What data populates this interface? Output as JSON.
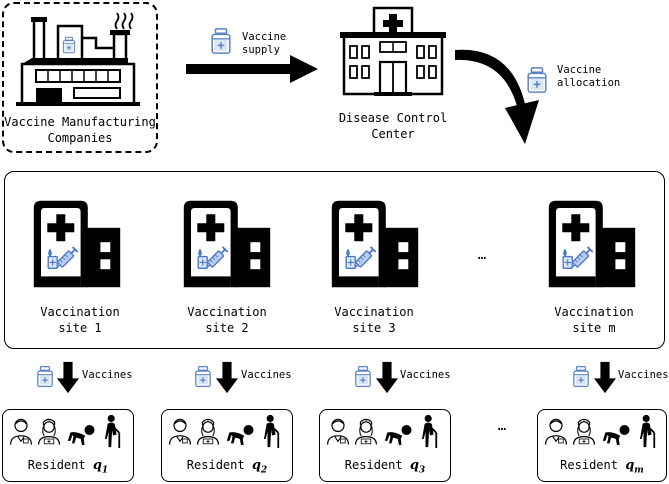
{
  "nodes": {
    "factory": "Vaccine Manufacturing Companies",
    "factory_line1": "Vaccine Manufacturing",
    "factory_line2": "Companies",
    "center_line1": "Disease Control",
    "center_line2": "Center"
  },
  "edges": {
    "supply_line1": "Vaccine",
    "supply_line2": "supply",
    "allocation_line1": "Vaccine",
    "allocation_line2": "allocation",
    "vaccines": "Vaccines"
  },
  "sites": [
    {
      "line1": "Vaccination",
      "line2": "site 1"
    },
    {
      "line1": "Vaccination",
      "line2": "site 2"
    },
    {
      "line1": "Vaccination",
      "line2": "site 3"
    },
    {
      "line1": "Vaccination",
      "line2": "site m"
    }
  ],
  "ellipsis": "…",
  "residents": [
    {
      "prefix": "Resident ",
      "var": "q",
      "sub": "1"
    },
    {
      "prefix": "Resident ",
      "var": "q",
      "sub": "2"
    },
    {
      "prefix": "Resident ",
      "var": "q",
      "sub": "3"
    },
    {
      "prefix": "Resident ",
      "var": "q",
      "sub": "m"
    }
  ],
  "icons": [
    "factory-icon",
    "vaccine-vial-icon",
    "hospital-icon",
    "clinic-icon",
    "syringe-icon",
    "doctor-icon",
    "nurse-icon",
    "crawling-baby-icon",
    "elderly-person-icon"
  ]
}
